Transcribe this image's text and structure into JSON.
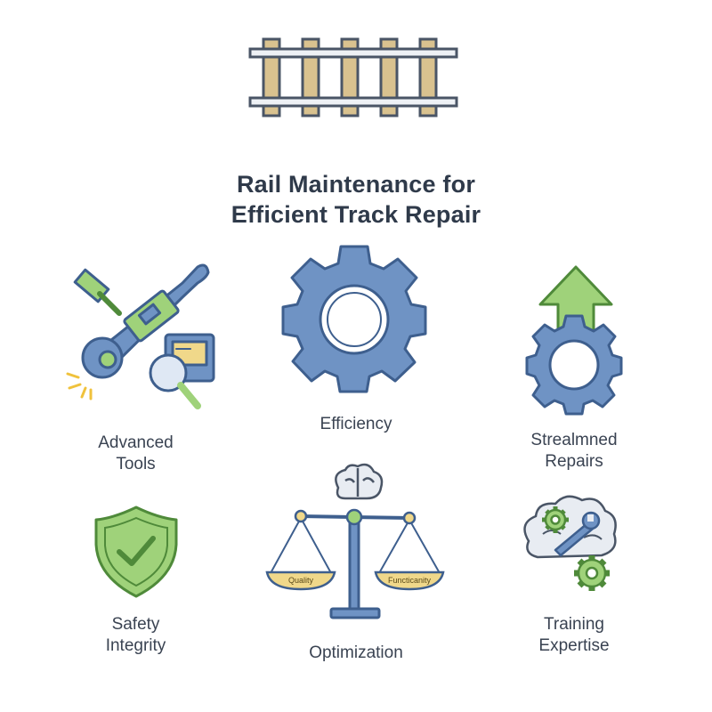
{
  "title": {
    "line1": "Rail Maintenance for",
    "line2": "Efficient Track Repair"
  },
  "items": {
    "advanced_tools": {
      "line1": "Advanced",
      "line2": "Tools",
      "icon": "tools-icon"
    },
    "efficiency": {
      "label": "Efficiency",
      "icon": "gear-icon"
    },
    "streamlined_repairs": {
      "line1": "Strealmned",
      "line2": "Repairs",
      "icon": "gear-arrow-icon"
    },
    "safety_integrity": {
      "line1": "Safety",
      "line2": "Integrity",
      "icon": "shield-check-icon"
    },
    "optimization": {
      "label": "Optimization",
      "icon": "balance-scale-icon",
      "left_pan": "Quality",
      "right_pan": "Functicanity"
    },
    "training_expertise": {
      "line1": "Training",
      "line2": "Expertise",
      "icon": "brain-gears-icon"
    }
  },
  "colors": {
    "blue": "#6f93c4",
    "blue_dark": "#3e5f8e",
    "green": "#9fd27a",
    "green_dark": "#4f8a3a",
    "tan": "#d9c28f",
    "yellow": "#f0d88a"
  }
}
